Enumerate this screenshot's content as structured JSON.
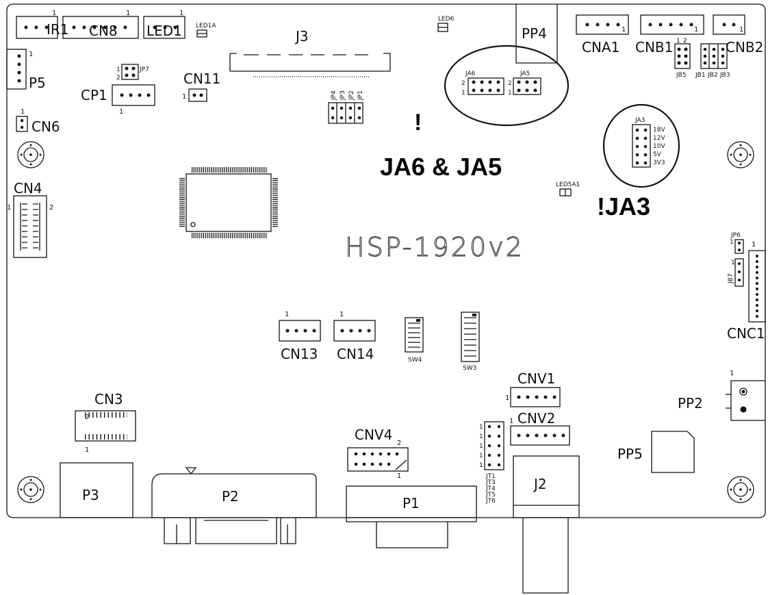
{
  "board": {
    "model": "HSP-1920v2"
  },
  "callouts": {
    "ja6_ja5_mark": "!",
    "ja6_ja5_text": "JA6 & JA5",
    "ja3_text": "!JA3"
  },
  "ja3_voltages": [
    "18V",
    "12V",
    "10V",
    "5V",
    "3V3"
  ],
  "labels": {
    "ir1": "IR1",
    "cn8": "CN8",
    "led1": "LED1",
    "led1a": "LED1A",
    "led6": "LED6",
    "j3": "J3",
    "pp4": "PP4",
    "cna1": "CNA1",
    "cnb1": "CNB1",
    "cnb2": "CNB2",
    "p5": "P5",
    "jp7": "JP7",
    "cp1": "CP1",
    "cn11": "CN11",
    "jp4": "JP4",
    "jp3": "JP3",
    "jp2": "JP2",
    "jp1": "JP1",
    "ja6": "JA6",
    "ja5": "JA5",
    "ja3": "JA3",
    "jb5": "JB5",
    "jb1": "JB1",
    "jb2": "JB2",
    "jb3": "JB3",
    "cn6": "CN6",
    "cn4": "CN4",
    "led5a1": "LED5A1",
    "jp6": "JP6",
    "jb7": "JB7",
    "cnc1": "CNC1",
    "cn13": "CN13",
    "cn14": "CN14",
    "sw4": "SW4",
    "sw3": "SW3",
    "cnv1": "CNV1",
    "cnv2": "CNV2",
    "cnv4": "CNV4",
    "cn3": "CN3",
    "pp2": "PP2",
    "pp5": "PP5",
    "jt1": "JT1",
    "jt3": "JT3",
    "jt4": "JT4",
    "jt5": "JT5",
    "jt6": "JT6",
    "p3": "P3",
    "p2": "P2",
    "p1": "P1",
    "j2": "J2"
  },
  "pin_marks": {
    "one": "1",
    "two": "2"
  }
}
